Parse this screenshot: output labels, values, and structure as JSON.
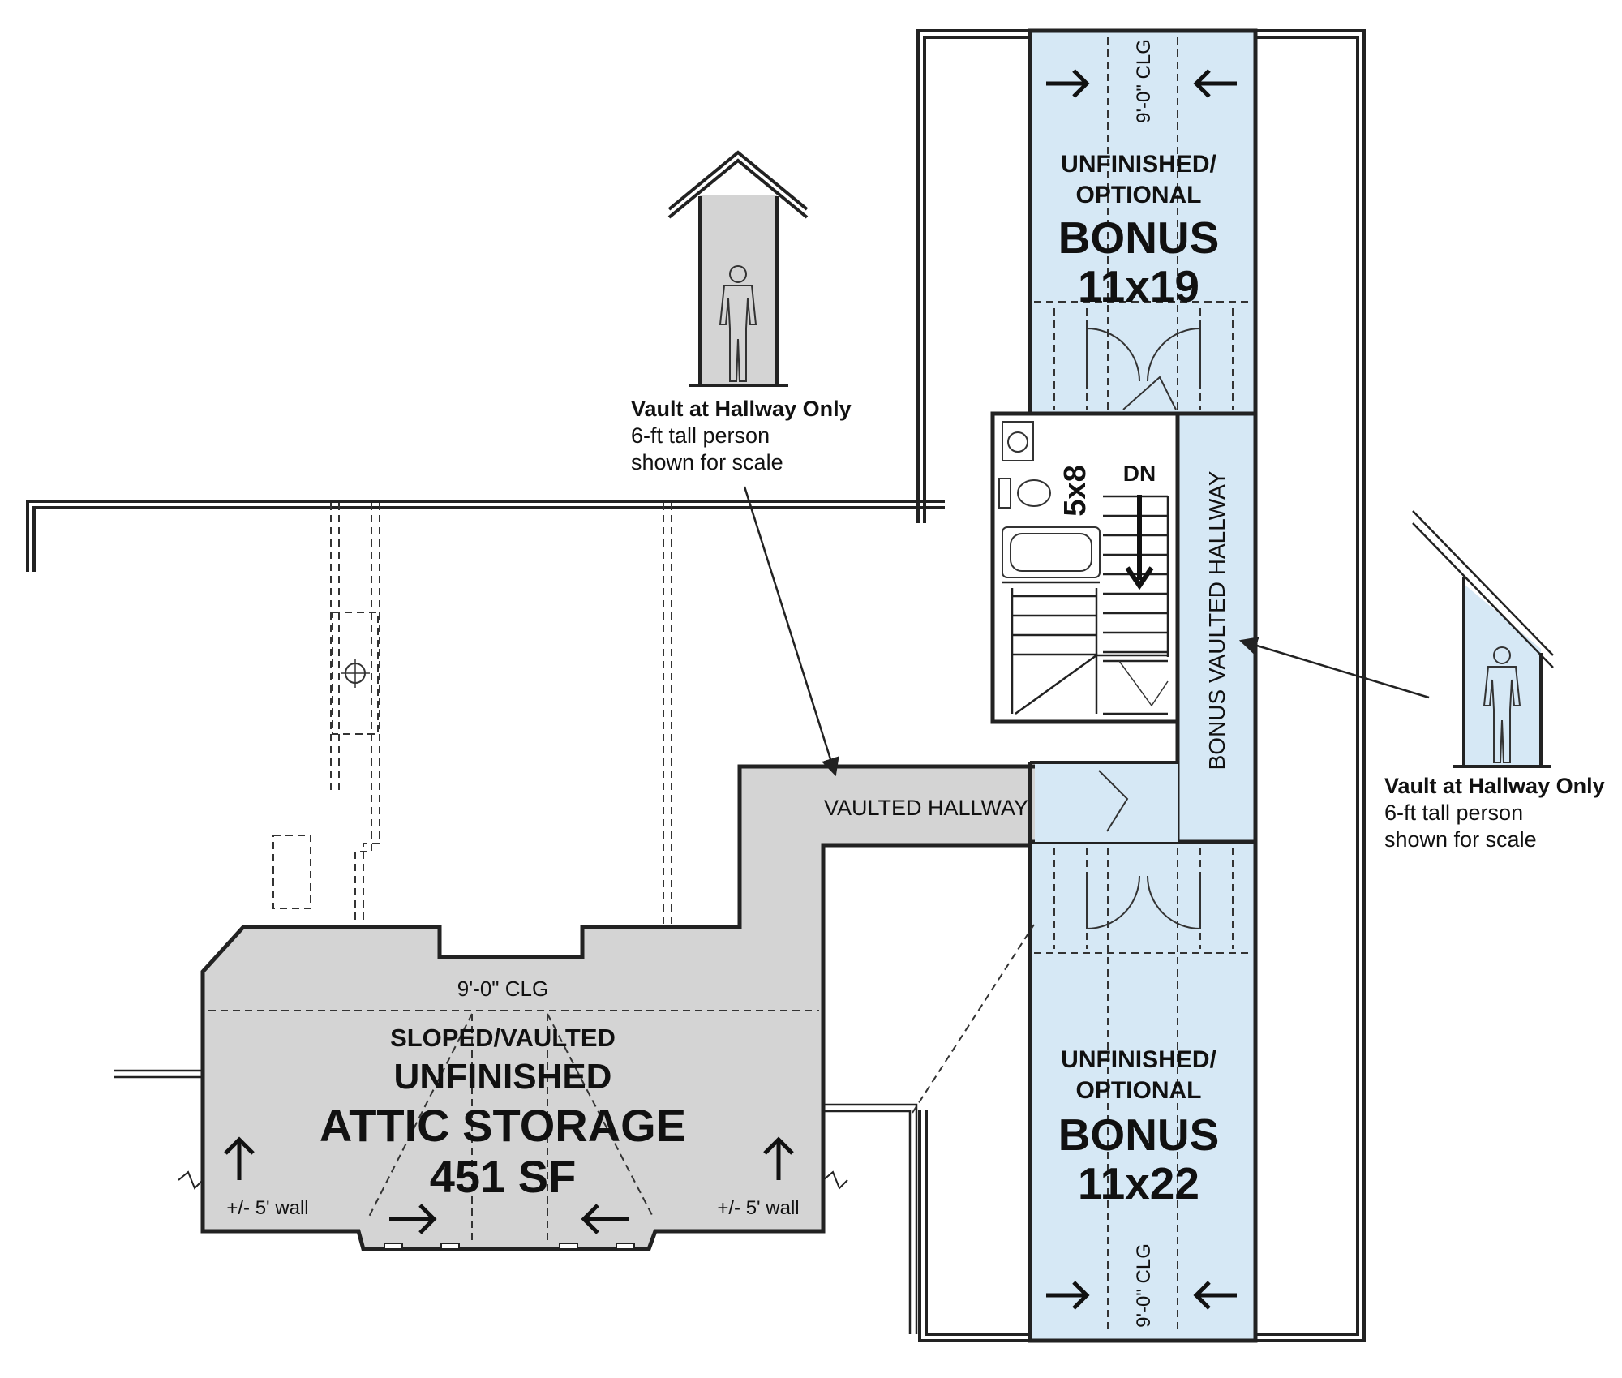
{
  "colors": {
    "attic_fill": "#d4d4d4",
    "bonus_fill": "#d6e8f5",
    "wall": "#222222",
    "background": "#ffffff"
  },
  "attic": {
    "ceiling": "9'-0\" CLG",
    "label_line1": "SLOPED/VAULTED",
    "label_line2": "UNFINISHED",
    "label_line3": "ATTIC STORAGE",
    "area": "451 SF",
    "wall_note_left": "+/- 5' wall",
    "wall_note_right": "+/- 5' wall"
  },
  "hallway": {
    "label": "VAULTED HALLWAY"
  },
  "bonus_top": {
    "ceiling": "9'-0\" CLG",
    "line1": "UNFINISHED/",
    "line2": "OPTIONAL",
    "title": "BONUS",
    "size": "11x19"
  },
  "bonus_bottom": {
    "ceiling": "9'-0\" CLG",
    "line1": "UNFINISHED/",
    "line2": "OPTIONAL",
    "title": "BONUS",
    "size": "11x22"
  },
  "bath": {
    "size": "5x8"
  },
  "stair": {
    "label": "DN"
  },
  "bonus_hallway": {
    "label": "BONUS VAULTED HALLWAY"
  },
  "note_left": {
    "title": "Vault at Hallway Only",
    "line1": "6-ft tall person",
    "line2": "shown for scale"
  },
  "note_right": {
    "title": "Vault at Hallway Only",
    "line1": "6-ft tall person",
    "line2": "shown for scale"
  }
}
